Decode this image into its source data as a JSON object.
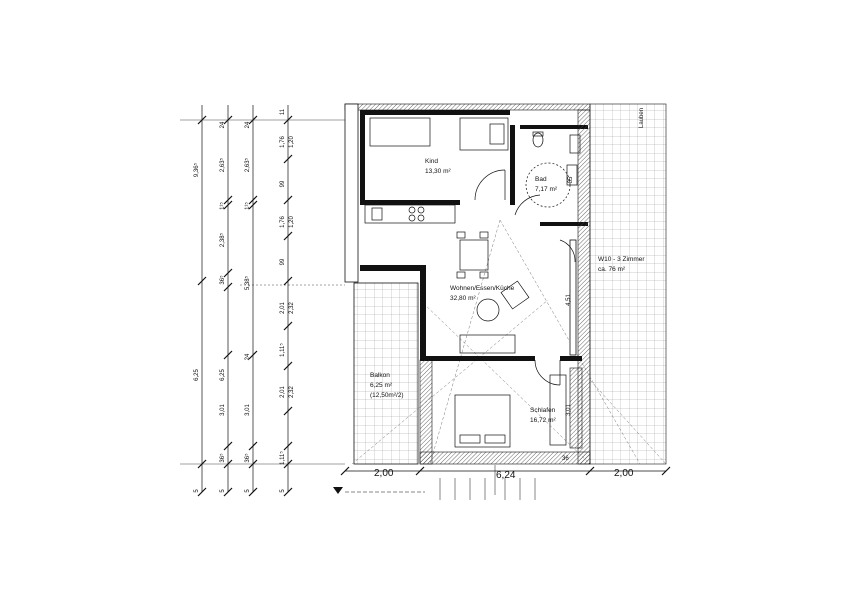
{
  "dimensions": {
    "chain1": [
      "9,36⁵",
      "6,25"
    ],
    "chain2": [
      "24",
      "2,63⁵",
      "1¹⁵",
      "2,38⁵",
      "36⁵",
      "6,25",
      "3,01",
      "36⁵"
    ],
    "chain3": [
      "24",
      "2,63⁵",
      "1¹⁵",
      "5,38⁵",
      "24",
      "3,01",
      "36⁵"
    ],
    "chain4": [
      "11",
      "1,76",
      "1,20",
      "99",
      "1,76",
      "1,20",
      "99",
      "2,01",
      "2,32",
      "1,11⁵",
      "2,01",
      "2,32",
      "1,11⁵"
    ],
    "chain5": [
      "5",
      "5",
      "5",
      "5"
    ],
    "bottom": [
      "2,00",
      "6,24",
      "2,00"
    ],
    "lauben_label": "Lauben",
    "wall_dim_1": "4,51",
    "wall_dim_2": "3,01",
    "corner_dim": "36",
    "bad_dim": "85"
  },
  "rooms": {
    "kind": {
      "name": "Kind",
      "area": "13,30 m²"
    },
    "bad": {
      "name": "Bad",
      "area": "7,17 m²"
    },
    "wohnen": {
      "name": "Wohnen/Essen/Küche",
      "area": "32,80 m²"
    },
    "balkon": {
      "name": "Balkon",
      "area": "6,25 m²",
      "note": "(12,50m²/2)"
    },
    "schlafen": {
      "name": "Schlafen",
      "area": "16,72 m²"
    }
  },
  "unit": {
    "name": "W10 - 3 Zimmer",
    "area": "ca. 76 m²"
  },
  "colors": {
    "line": "#111111",
    "grid": "#9a9a9a",
    "hatch": "#555555"
  }
}
